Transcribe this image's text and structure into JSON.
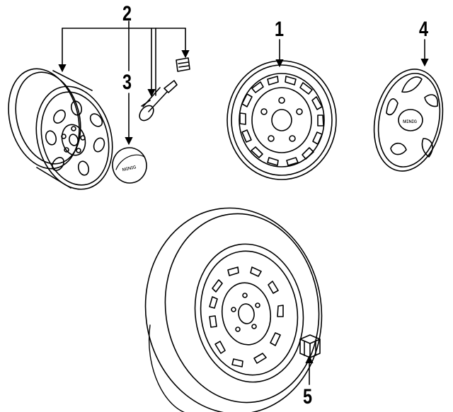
{
  "callouts": [
    {
      "id": "1",
      "label": "1"
    },
    {
      "id": "2",
      "label": "2"
    },
    {
      "id": "3",
      "label": "3"
    },
    {
      "id": "4",
      "label": "4"
    },
    {
      "id": "5",
      "label": "5"
    }
  ],
  "parts": {
    "alloy_wheel": {
      "icon": "alloy-wheel-icon"
    },
    "valve_stem": {
      "icon": "valve-stem-icon"
    },
    "valve_cap": {
      "icon": "valve-cap-icon"
    },
    "center_cap": {
      "icon": "center-cap-icon"
    },
    "steel_wheel": {
      "icon": "steel-wheel-icon"
    },
    "wheel_cover": {
      "icon": "wheel-cover-icon"
    },
    "spare_tire": {
      "icon": "spare-tire-icon"
    },
    "lug_nut": {
      "icon": "lug-nut-icon"
    }
  },
  "colors": {
    "ink": "#000000",
    "paper": "#ffffff"
  }
}
